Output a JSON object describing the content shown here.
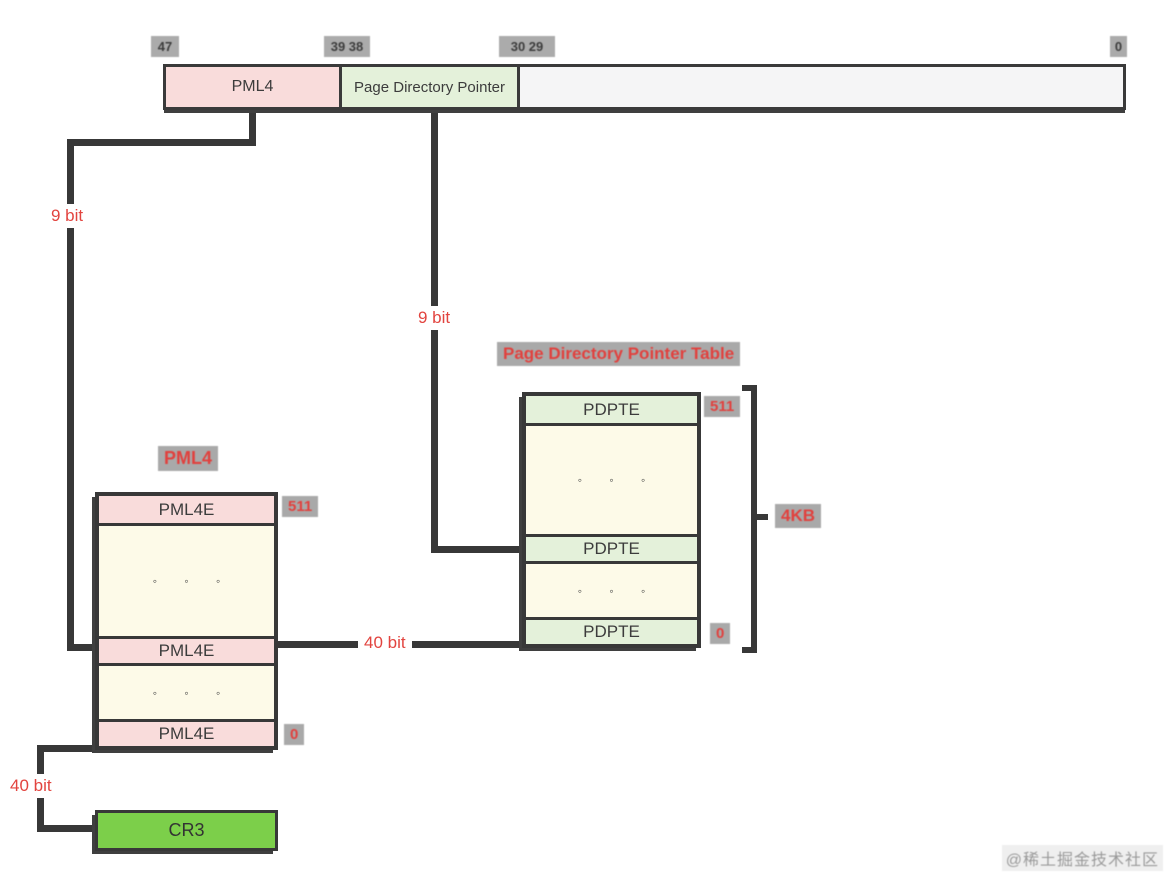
{
  "colors": {
    "entry_pink": "#f9dcdb",
    "entry_green": "#e4f1da",
    "table_cream": "#fdfae8",
    "bar_rest_gray": "#f5f5f6",
    "cr3_green": "#7ccf4a",
    "line_dark": "#383838",
    "accent_red": "#e1413e",
    "label_chip_gray": "#a9a9a9"
  },
  "address_bar": {
    "bit_labels": [
      "47",
      "39 38",
      "30 29",
      "0"
    ],
    "fields": [
      {
        "label": "PML4"
      },
      {
        "label": "Page Directory Pointer"
      },
      {
        "label": ""
      }
    ]
  },
  "connectors": {
    "pml4_bits": "9 bit",
    "pdp_bits": "9 bit",
    "pml4e_to_pdpt": "40 bit",
    "cr3_to_pml4": "40 bit"
  },
  "pml4_table": {
    "title": "PML4",
    "rows": [
      {
        "label": "PML4E"
      },
      {
        "label": "◦ ◦ ◦"
      },
      {
        "label": "PML4E"
      },
      {
        "label": "◦ ◦ ◦"
      },
      {
        "label": "PML4E"
      }
    ],
    "index_top": "511",
    "index_bottom": "0"
  },
  "pdpt_table": {
    "title": "Page Directory Pointer Table",
    "rows": [
      {
        "label": "PDPTE"
      },
      {
        "label": "◦ ◦ ◦"
      },
      {
        "label": "PDPTE"
      },
      {
        "label": "◦ ◦ ◦"
      },
      {
        "label": "PDPTE"
      }
    ],
    "index_top": "511",
    "index_bottom": "0",
    "size_label": "4KB"
  },
  "cr3": {
    "label": "CR3"
  },
  "watermark": "@稀土掘金技术社区"
}
